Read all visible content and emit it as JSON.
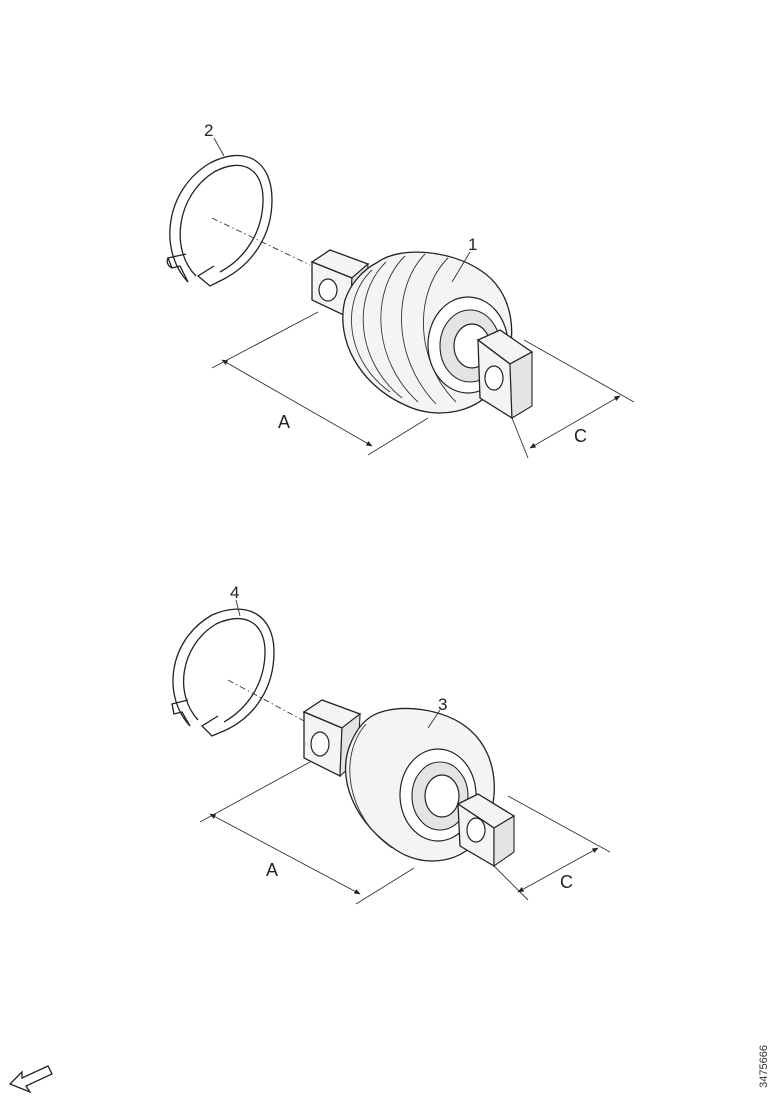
{
  "figure_1": {
    "part_labels": [
      "1",
      "2"
    ],
    "dimension_labels": [
      "A",
      "C"
    ]
  },
  "figure_2": {
    "part_labels": [
      "3",
      "4"
    ],
    "dimension_labels": [
      "A",
      "C"
    ]
  },
  "reference_number": "3475666",
  "icons": {
    "arrow": "front-direction-arrow-icon"
  }
}
